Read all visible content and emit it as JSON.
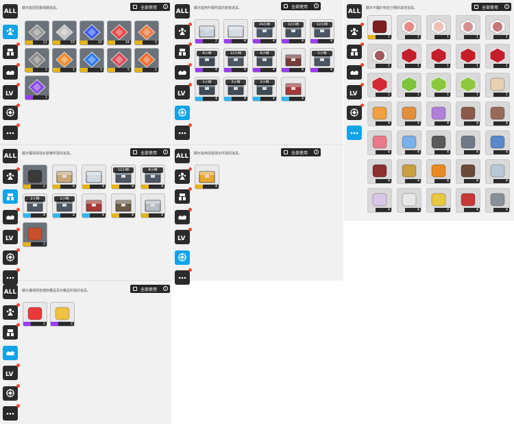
{
  "sidebar_labels": {
    "all": "ALL",
    "lv": "LV"
  },
  "use_all": {
    "label": "全部使用",
    "info": "i"
  },
  "panels": [
    {
      "id": "recruit",
      "description": "顯示能招招募相關道具。",
      "active_tab": 1,
      "items": [
        {
          "art": "grey-chip",
          "color": "#9a9a9a",
          "rarity": "gold",
          "bg": "grey",
          "count": "12"
        },
        {
          "art": "silver-chip",
          "color": "#c4c4c4",
          "rarity": "gold",
          "bg": "grey",
          "count": "33"
        },
        {
          "art": "blue-chip",
          "color": "#3a5cf0",
          "rarity": "gold",
          "bg": "grey",
          "count": "10"
        },
        {
          "art": "red-chip",
          "color": "#e84545",
          "rarity": "gold",
          "bg": "grey",
          "count": "34"
        },
        {
          "art": "orange-chip",
          "color": "#f07a3a",
          "rarity": "gold",
          "bg": "grey",
          "count": "3"
        },
        {
          "art": "grey-chip",
          "color": "#8b8b8b",
          "rarity": "gold",
          "bg": "grey",
          "count": "2"
        },
        {
          "art": "orange-chip",
          "color": "#f08a2a",
          "rarity": "gold",
          "bg": "grey",
          "count": "1"
        },
        {
          "art": "blue-chip",
          "color": "#2f7cf0",
          "rarity": "gold",
          "bg": "grey",
          "count": "3"
        },
        {
          "art": "red-chip",
          "color": "#e04a5a",
          "rarity": "gold",
          "bg": "grey",
          "count": "5"
        },
        {
          "art": "orange-chip",
          "color": "#ef6a2a",
          "rarity": "gold",
          "bg": "grey",
          "count": "1"
        },
        {
          "art": "purple-chip",
          "color": "#8a4ae8",
          "rarity": "purple",
          "bg": "grey",
          "count": "2"
        }
      ]
    },
    {
      "id": "upgrade-money",
      "description": "顯示能用升級所需的資金道具。",
      "active_tab": 5,
      "items": [
        {
          "art": "crate",
          "color": "#c8d2dc",
          "rarity": "purple",
          "bg": "white",
          "count": "2"
        },
        {
          "art": "crate",
          "color": "#d5dce4",
          "rarity": "purple",
          "bg": "white",
          "count": "4"
        },
        {
          "art": "crate",
          "color": "#4c5a68",
          "rarity": "purple",
          "bg": "white",
          "count": "4",
          "label": "24小時"
        },
        {
          "art": "crate",
          "color": "#47535f",
          "rarity": "purple",
          "bg": "white",
          "count": "4",
          "label": "12小時"
        },
        {
          "art": "crate",
          "color": "#4b5764",
          "rarity": "purple",
          "bg": "white",
          "count": "4",
          "label": "12小時"
        },
        {
          "art": "crate",
          "color": "#3e4a56",
          "rarity": "purple",
          "bg": "white",
          "count": "4",
          "label": "8小時"
        },
        {
          "art": "crate",
          "color": "#4b5764",
          "rarity": "purple",
          "bg": "white",
          "count": "4",
          "label": "12小時"
        },
        {
          "art": "crate",
          "color": "#44515d",
          "rarity": "purple",
          "bg": "white",
          "count": "4",
          "label": "8小時"
        },
        {
          "art": "crate",
          "color": "#7a3a3a",
          "rarity": "purple",
          "bg": "white",
          "count": "4"
        },
        {
          "art": "crate",
          "color": "#4a5662",
          "rarity": "purple",
          "bg": "white",
          "count": "4",
          "label": "2小時"
        },
        {
          "art": "crate",
          "color": "#3f4b57",
          "rarity": "blue",
          "bg": "white",
          "count": "4",
          "label": "1小時"
        },
        {
          "art": "crate",
          "color": "#3f4b57",
          "rarity": "blue",
          "bg": "white",
          "count": "4",
          "label": "3小時"
        },
        {
          "art": "crate",
          "color": "#3f4b57",
          "rarity": "blue",
          "bg": "white",
          "count": "4",
          "label": "2小時"
        },
        {
          "art": "crate",
          "color": "#a83838",
          "rarity": "blue",
          "bg": "white",
          "count": "4"
        }
      ]
    },
    {
      "id": "other",
      "description": "顯示不屬於特定分類的其他道具。",
      "active_tab": 6,
      "items": [
        {
          "art": "case",
          "color": "#7b1f1f",
          "rarity": "gold",
          "bg": "white",
          "count": "1"
        },
        {
          "art": "badge",
          "color": "#e88a8a",
          "rarity": "white",
          "bg": "card",
          "count": "2"
        },
        {
          "art": "badge",
          "color": "#f1c0b5",
          "rarity": "white",
          "bg": "card",
          "count": "1"
        },
        {
          "art": "badge",
          "color": "#d69090",
          "rarity": "white",
          "bg": "card",
          "count": "1"
        },
        {
          "art": "badge",
          "color": "#c67878",
          "rarity": "white",
          "bg": "card",
          "count": "1"
        },
        {
          "art": "badge",
          "color": "#a25a5a",
          "rarity": "white",
          "bg": "card",
          "count": "1"
        },
        {
          "art": "hex-red",
          "color": "#c41e2a",
          "rarity": "white",
          "bg": "card",
          "count": "1"
        },
        {
          "art": "hex-red",
          "color": "#c41e2a",
          "rarity": "white",
          "bg": "card",
          "count": "1"
        },
        {
          "art": "hex-red",
          "color": "#c41e2a",
          "rarity": "white",
          "bg": "card",
          "count": "1"
        },
        {
          "art": "hex-red",
          "color": "#c41e2a",
          "rarity": "white",
          "bg": "card",
          "count": "1"
        },
        {
          "art": "hex-red",
          "color": "#d22a36",
          "rarity": "white",
          "bg": "card",
          "count": "1"
        },
        {
          "art": "hex-green",
          "color": "#7cc43a",
          "rarity": "white",
          "bg": "card",
          "count": "1"
        },
        {
          "art": "hex-green",
          "color": "#8ac83e",
          "rarity": "white",
          "bg": "card",
          "count": "1"
        },
        {
          "art": "hex-green",
          "color": "#8ec840",
          "rarity": "white",
          "bg": "card",
          "count": "1"
        },
        {
          "art": "cake",
          "color": "#e8d0b0",
          "rarity": "white",
          "bg": "card",
          "count": "1"
        },
        {
          "art": "cake",
          "color": "#f0a040",
          "rarity": "white",
          "bg": "card",
          "count": "4"
        },
        {
          "art": "cake",
          "color": "#e0903a",
          "rarity": "white",
          "bg": "card",
          "count": "4"
        },
        {
          "art": "cake",
          "color": "#b080d8",
          "rarity": "white",
          "bg": "card",
          "count": "4"
        },
        {
          "art": "cake",
          "color": "#8a5a4a",
          "rarity": "white",
          "bg": "card",
          "count": "4"
        },
        {
          "art": "cake",
          "color": "#9a6a5a",
          "rarity": "white",
          "bg": "card",
          "count": "4"
        },
        {
          "art": "cake",
          "color": "#e87a8a",
          "rarity": "white",
          "bg": "card",
          "count": "4"
        },
        {
          "art": "sparkle",
          "color": "#7ab0e8",
          "rarity": "white",
          "bg": "card",
          "count": "4"
        },
        {
          "art": "gear",
          "color": "#5a5a5a",
          "rarity": "white",
          "bg": "card",
          "count": "4"
        },
        {
          "art": "gear",
          "color": "#707a84",
          "rarity": "white",
          "bg": "card",
          "count": "4"
        },
        {
          "art": "gear",
          "color": "#5a88c8",
          "rarity": "white",
          "bg": "card",
          "count": "4"
        },
        {
          "art": "cassette",
          "color": "#8a3030",
          "rarity": "white",
          "bg": "card",
          "count": "4"
        },
        {
          "art": "coin",
          "color": "#c8a040",
          "rarity": "white",
          "bg": "card",
          "count": "4"
        },
        {
          "art": "coin",
          "color": "#e88a20",
          "rarity": "white",
          "bg": "card",
          "count": "4"
        },
        {
          "art": "pot",
          "color": "#6a4a3a",
          "rarity": "white",
          "bg": "card",
          "count": "4"
        },
        {
          "art": "toy",
          "color": "#b8c8d8",
          "rarity": "white",
          "bg": "card",
          "count": "4"
        },
        {
          "art": "sticker",
          "color": "#d8c8e8",
          "rarity": "white",
          "bg": "card",
          "count": "4"
        },
        {
          "art": "paper",
          "color": "#e8e8e8",
          "rarity": "white",
          "bg": "card",
          "count": "4"
        },
        {
          "art": "jar",
          "color": "#e8c840",
          "rarity": "white",
          "bg": "card",
          "count": "4"
        },
        {
          "art": "book",
          "color": "#c83838",
          "rarity": "white",
          "bg": "card",
          "count": "4"
        },
        {
          "art": "figure",
          "color": "#8a9098",
          "rarity": "white",
          "bg": "card",
          "count": "4"
        }
      ]
    },
    {
      "id": "enhance",
      "description": "顯示獲得與強化裝備所需的道具。",
      "active_tab": 2,
      "items": [
        {
          "art": "ore",
          "color": "#3a3a3a",
          "rarity": "gold",
          "bg": "grey",
          "count": "2"
        },
        {
          "art": "crate",
          "color": "#c8a878",
          "rarity": "gold",
          "bg": "white",
          "count": "4"
        },
        {
          "art": "crate",
          "color": "#d0d8e0",
          "rarity": "gold",
          "bg": "white",
          "count": "4"
        },
        {
          "art": "crate",
          "color": "#4c5864",
          "rarity": "gold",
          "bg": "white",
          "count": "4",
          "label": "12小時"
        },
        {
          "art": "crate",
          "color": "#4c5864",
          "rarity": "gold",
          "bg": "white",
          "count": "4",
          "label": "8小時"
        },
        {
          "art": "crate",
          "color": "#4c5864",
          "rarity": "blue",
          "bg": "white",
          "count": "4",
          "label": "2小時"
        },
        {
          "art": "crate",
          "color": "#4c5864",
          "rarity": "blue",
          "bg": "white",
          "count": "4",
          "label": "1小時"
        },
        {
          "art": "crate",
          "color": "#a83838",
          "rarity": "blue",
          "bg": "white",
          "count": "4"
        },
        {
          "art": "crate",
          "color": "#6a5a48",
          "rarity": "gold",
          "bg": "white",
          "count": "4"
        },
        {
          "art": "crate",
          "color": "#b8bcc4",
          "rarity": "gold",
          "bg": "white",
          "count": "4"
        },
        {
          "art": "ore",
          "color": "#c8502a",
          "rarity": "gold",
          "bg": "grey",
          "count": "2"
        }
      ]
    },
    {
      "id": "upgrade-skill",
      "description": "顯示能用技能強化所需的道具。",
      "active_tab": 5,
      "items": [
        {
          "art": "crate",
          "color": "#e8a830",
          "rarity": "gold",
          "bg": "white",
          "count": "4"
        }
      ]
    },
    {
      "id": "management",
      "description": "顯示獲得與管理收藏品及珍藏品所需的道具。",
      "active_tab": 3,
      "items": [
        {
          "art": "gift",
          "color": "#e83a3a",
          "rarity": "purple",
          "bg": "white",
          "count": "1"
        },
        {
          "art": "box",
          "color": "#f0c040",
          "rarity": "purple",
          "bg": "white",
          "count": "2"
        }
      ]
    }
  ]
}
